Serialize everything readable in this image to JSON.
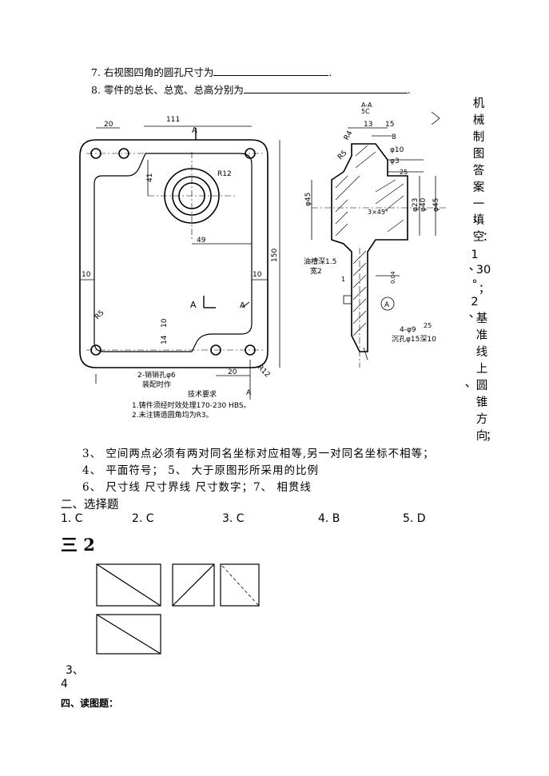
{
  "questions": {
    "q7": "7. 右视图四角的圆孔尺寸为",
    "q8": "8. 零件的总长、总宽、总高分别为",
    "q7_end": ".",
    "q8_end": "."
  },
  "drawing_labels": {
    "dim_20": "20",
    "dim_111": "111",
    "dim_A": "A",
    "dim_41": "41",
    "dim_R12": "R12",
    "dim_49": "49",
    "dim_150": "150",
    "dim_10a": "10",
    "dim_10b": "10",
    "dim_10c": "10",
    "dim_R5": "R5",
    "dim_14": "14",
    "dim_R12b": "R12",
    "dim_20b": "20",
    "pin_note": "2-销销孔φ6",
    "pin_note2": "装配时作",
    "tech_title": "技术要求",
    "tech_1": "1.铸件须经时效处理170-230 HBS。",
    "tech_2": "2.未注铸造圆角均为R3。",
    "sec_AA": "A-A",
    "sec_scale": "5C",
    "dim_13": "13",
    "dim_15": "15",
    "dim_8": "8",
    "dim_phi10": "φ10",
    "dim_phi3": "φ3",
    "dim_R4": "R4",
    "dim_R5b": "R5",
    "dim_25": "25",
    "dim_phi45": "φ45",
    "dim_phi23": "φ23",
    "dim_phi40": "φ40",
    "dim_phi48": "φ45",
    "dim_45deg": "3×45°",
    "oil_note": "油槽深1.5",
    "oil_note2": "宽2",
    "circle_A": "A",
    "holes": "4-φ9",
    "holes2": "沉孔φ15深10",
    "dim_25b": "25",
    "tol": "0.04",
    "dim_1": "1"
  },
  "side_title": [
    "机",
    "械",
    "制",
    "图",
    "答",
    "案",
    "一",
    "、",
    "填",
    "空",
    "："
  ],
  "side_answers": {
    "a1": [
      "1",
      "、"
    ],
    "a1_val": "30",
    "a1_unit": [
      "°",
      "；"
    ],
    "a2": [
      "2",
      "、"
    ],
    "a2_chars": [
      "基",
      "准",
      "线",
      "上"
    ],
    "a2_extra": "、",
    "a2_chars2": [
      "圆",
      "锥",
      "方",
      "向",
      "；"
    ]
  },
  "fill_answers": {
    "a3": "3、  空间两点必须有两对同名坐标对应相等,另一对同名坐标不相等；",
    "a4": "4、  平面符号；  5、  大于原图形所采用的比例",
    "a6": "6、  尺寸线   尺寸界线   尺寸数字；7、  相贯线"
  },
  "section2": {
    "title": "二、选择题",
    "answers": [
      "1. C",
      "2. C",
      "3. C",
      "4. B",
      "5. D"
    ]
  },
  "section3": {
    "title": "三 2",
    "item3": "3、",
    "item4": "4"
  },
  "section4": {
    "title": "四、读图题："
  }
}
